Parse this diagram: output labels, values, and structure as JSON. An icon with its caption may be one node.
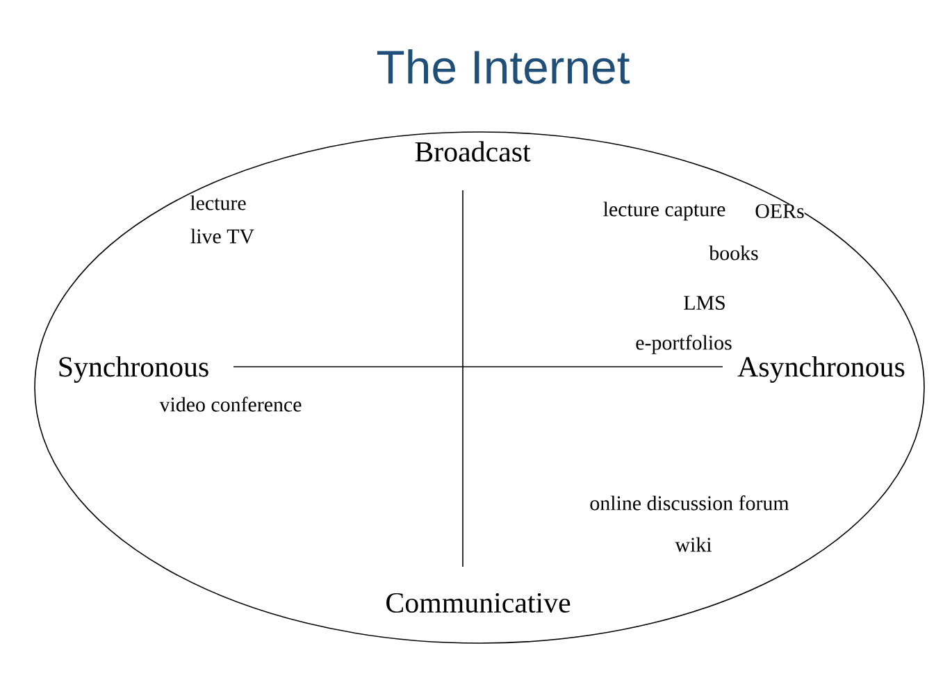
{
  "diagram": {
    "title": "The Internet",
    "labels": [
      "Broadcast",
      "lecture",
      "live TV",
      "lecture capture",
      "OERs",
      "books",
      "LMS",
      "e-portfolios",
      "Synchronous",
      "Asynchronous",
      "video conference",
      "online discussion forum",
      "wiki",
      "Communicative"
    ]
  }
}
